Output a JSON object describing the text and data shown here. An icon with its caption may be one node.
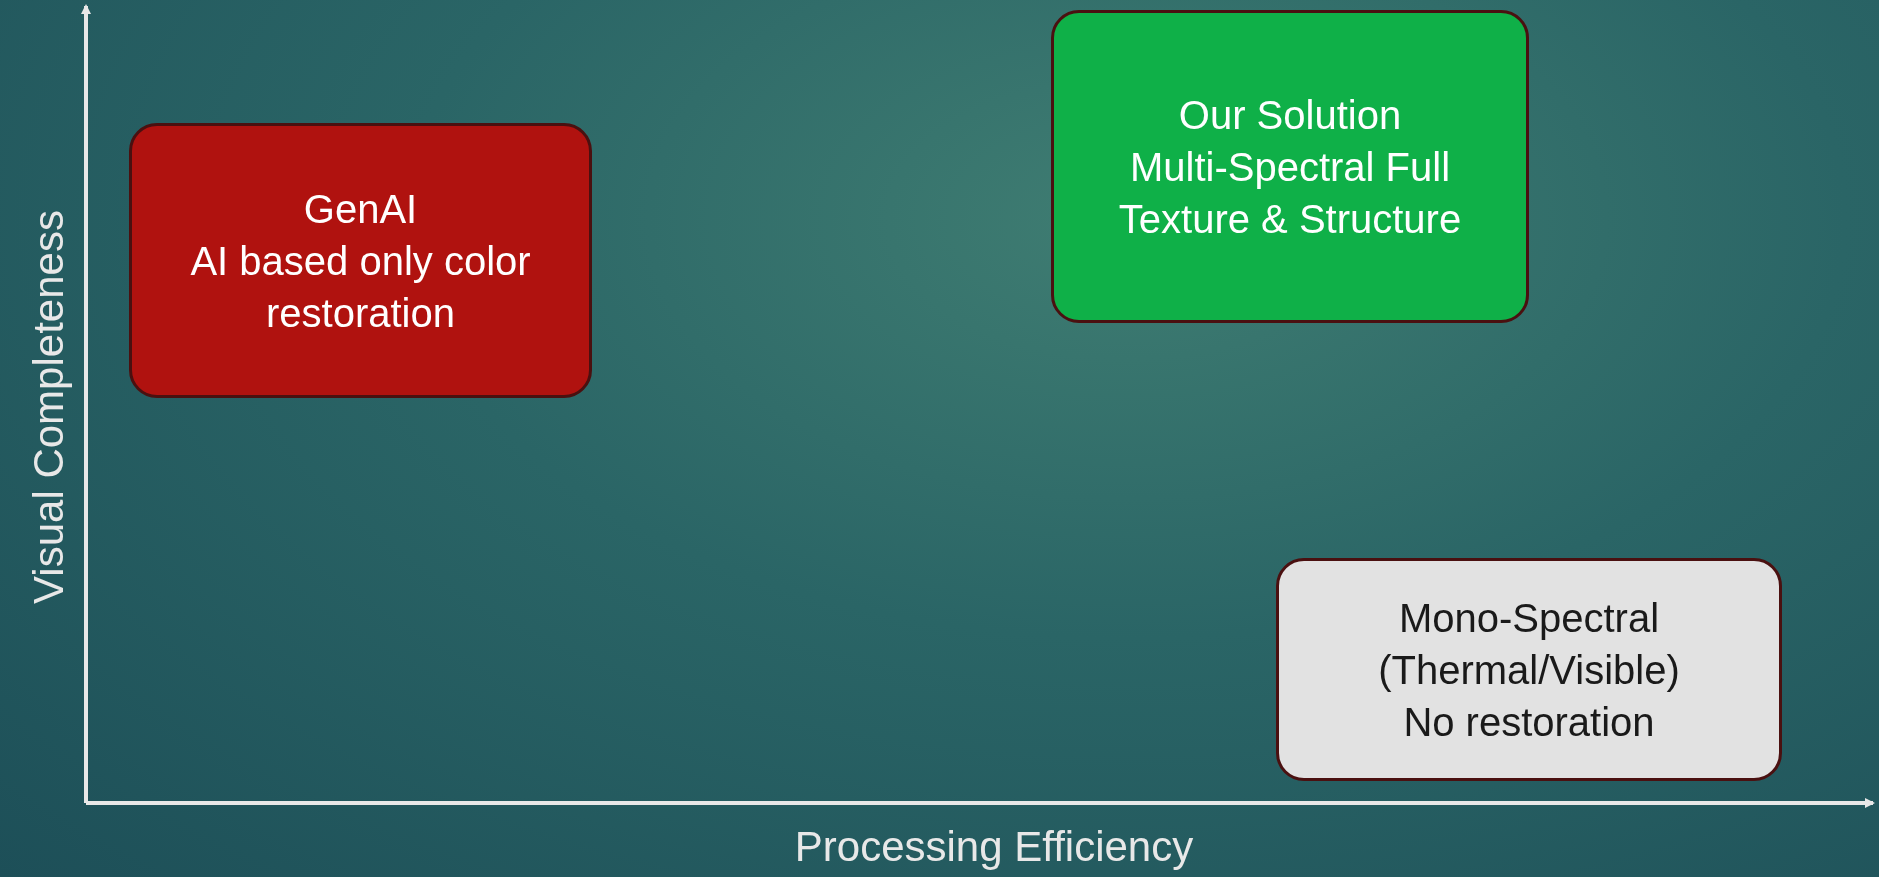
{
  "diagram": {
    "nodes": [
      {
        "text": [
          "GenAI",
          "AI based only color restoration"
        ]
      },
      {
        "text": [
          "Our Solution",
          "Multi-Spectral Full Texture & Structure"
        ]
      },
      {
        "text": [
          "Mono-Spectral (Thermal/Visible)",
          "No restoration"
        ]
      }
    ],
    "labels": [
      "Visual Completeness",
      "Processing Efficiency"
    ]
  }
}
